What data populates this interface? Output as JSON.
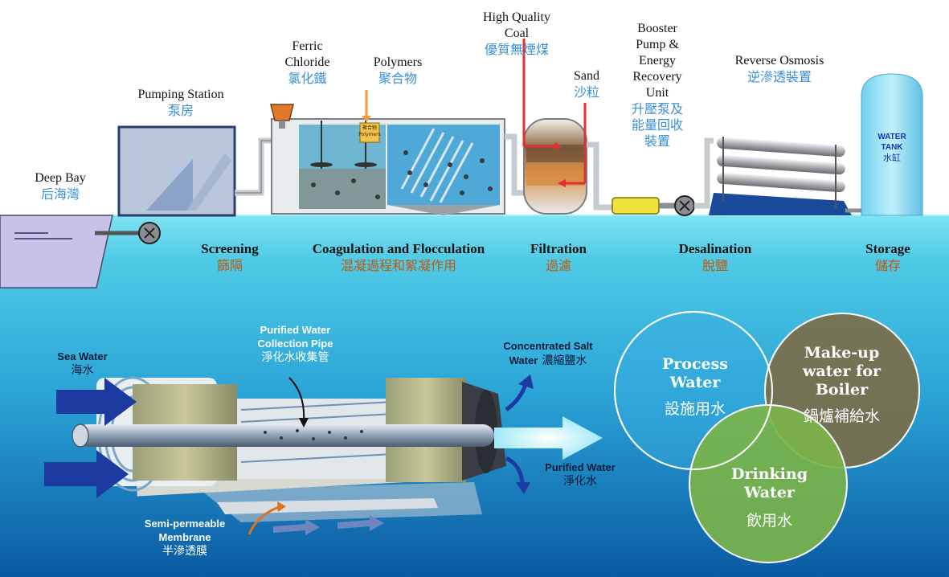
{
  "colors": {
    "sea_top": "#5fd3ea",
    "sea_bottom": "#0b5fa8",
    "chinese_label": "#3a8fd6",
    "stage_chinese": "#c0580e",
    "circle_process": "#3aaee0",
    "circle_boiler": "#7a6e4a",
    "circle_drinking": "#7ab34a"
  },
  "top_labels": {
    "deep_bay": {
      "en": "Deep Bay",
      "zh": "后海灣"
    },
    "pumping_station": {
      "en": "Pumping Station",
      "zh": "泵房"
    },
    "ferric_chloride": {
      "en1": "Ferric",
      "en2": "Chloride",
      "zh": "氯化鐵"
    },
    "polymers": {
      "en": "Polymers",
      "zh": "聚合物"
    },
    "coal": {
      "en1": "High Quality",
      "en2": "Coal",
      "zh": "優質無煙煤"
    },
    "sand": {
      "en": "Sand",
      "zh": "沙粒"
    },
    "booster": {
      "en1": "Booster",
      "en2": "Pump &",
      "en3": "Energy",
      "en4": "Recovery",
      "en5": "Unit",
      "zh1": "升壓泵及",
      "zh2": "能量回收",
      "zh3": "裝置"
    },
    "reverse_osmosis": {
      "en": "Reverse Osmosis",
      "zh": "逆滲透裝置"
    },
    "tank_label": {
      "line1": "WATER",
      "line2": "TANK",
      "zh": "水缸"
    },
    "polymer_box": {
      "zh": "聚合物",
      "en": "Polymers"
    }
  },
  "stages": [
    {
      "en": "Screening",
      "zh": "篩隔"
    },
    {
      "en": "Coagulation and Flocculation",
      "zh": "混凝過程和絮凝作用"
    },
    {
      "en": "Filtration",
      "zh": "過濾"
    },
    {
      "en": "Desalination",
      "zh": "脫鹽"
    },
    {
      "en": "Storage",
      "zh": "儲存"
    }
  ],
  "membrane": {
    "sea_water": {
      "en": "Sea Water",
      "zh": "海水"
    },
    "collection_pipe": {
      "en1": "Purified Water",
      "en2": "Collection Pipe",
      "zh": "淨化水收集管"
    },
    "concentrated": {
      "en1": "Concentrated Salt",
      "en2": "Water",
      "zh": "濃縮鹽水"
    },
    "purified": {
      "en": "Purified Water",
      "zh": "淨化水"
    },
    "semi": {
      "en1": "Semi-permeable",
      "en2": "Membrane",
      "zh": "半滲透膜"
    }
  },
  "uses": {
    "process": {
      "en1": "Process",
      "en2": "Water",
      "zh": "設施用水"
    },
    "boiler": {
      "en1": "Make-up",
      "en2": "water for",
      "en3": "Boiler",
      "zh": "鍋爐補給水"
    },
    "drinking": {
      "en1": "Drinking",
      "en2": "Water",
      "zh": "飲用水"
    }
  }
}
